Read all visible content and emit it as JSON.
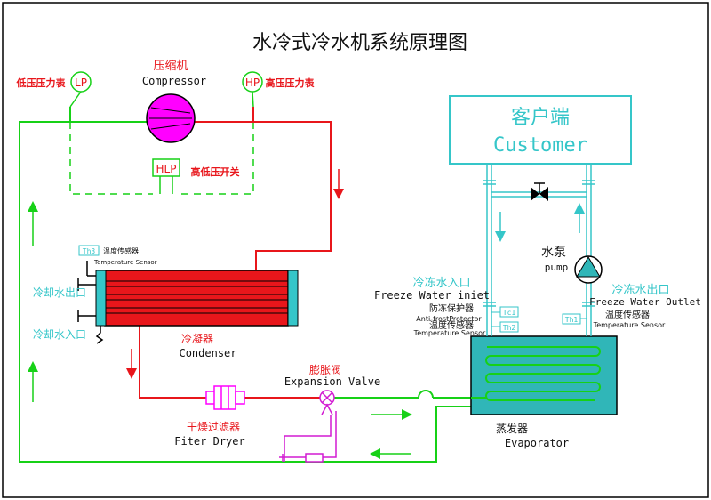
{
  "title": "水冷式冷水机系统原理图",
  "compressor": {
    "label_cn": "压缩机",
    "label_en": "Compressor"
  },
  "gauges": {
    "lp": {
      "symbol": "LP",
      "label": "低压压力表"
    },
    "hp": {
      "symbol": "HP",
      "label": "高压压力表"
    },
    "hlp": {
      "symbol": "HLP",
      "label": "高低压开关"
    }
  },
  "condenser": {
    "label_cn": "冷凝器",
    "label_en": "Condenser",
    "cooling_water_out": "冷却水出口",
    "cooling_water_in": "冷却水入口",
    "sensor_tag": "Th3",
    "sensor_cn": "温度传感器",
    "sensor_en": "Temperature Sensor"
  },
  "filter_dryer": {
    "label_cn": "干燥过滤器",
    "label_en": "Fiter Dryer"
  },
  "expansion_valve": {
    "label_cn": "膨胀阀",
    "label_en": "Expansion Valve"
  },
  "evaporator": {
    "label_cn": "蒸发器",
    "label_en": "Evaporator"
  },
  "customer": {
    "label_cn": "客户端",
    "label_en": "Customer"
  },
  "pump": {
    "label_cn": "水泵",
    "label_en": "pump"
  },
  "freeze_water_inlet": {
    "label_cn": "冷冻水入口",
    "label_en": "Freeze Water iniet",
    "anti_frost_cn": "防冻保护器",
    "anti_frost_en": "Anti-frostProtector",
    "anti_frost_tag": "Tc1",
    "sensor_cn": "温度传感器",
    "sensor_en": "Temperature Sensor",
    "sensor_tag": "Th2"
  },
  "freeze_water_outlet": {
    "label_cn": "冷冻水出口",
    "label_en": "Freeze Water Outlet",
    "sensor_cn": "温度传感器",
    "sensor_en": "Temperature Sensor",
    "sensor_tag": "Th1"
  },
  "colors": {
    "refrigerant_hot": "#e8161b",
    "refrigerant_cold": "#17d117",
    "water": "#35c6c9",
    "compressor": "#ff00ff",
    "expansion": "#d21bd2",
    "evaporator_fill": "#30b6b8"
  }
}
